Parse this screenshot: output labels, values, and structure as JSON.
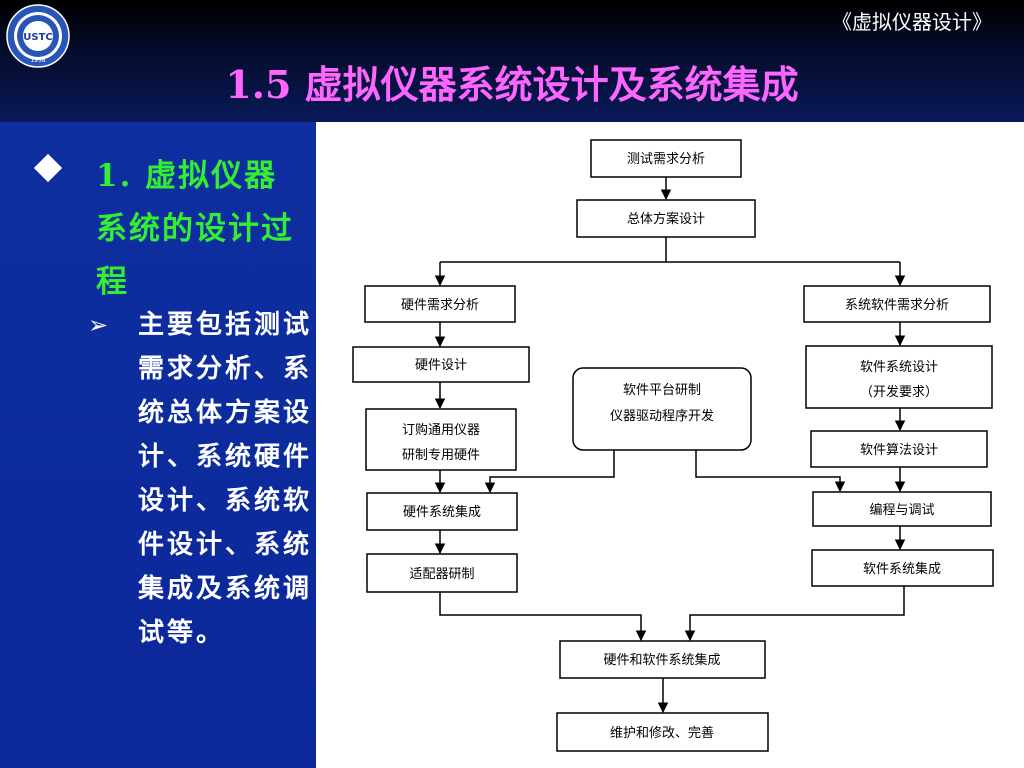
{
  "header": {
    "course_title": "《虚拟仪器设计》",
    "title": "1.5 虚拟仪器系统设计及系统集成",
    "logo_text": "USTC",
    "logo_year": "1958"
  },
  "left": {
    "heading": "1. 虚拟仪器系统的设计过程",
    "body": "主要包括测试需求分析、系统总体方案设计、系统硬件设计、系统软件设计、系统集成及系统调试等。"
  },
  "flow": {
    "test_req": "测试需求分析",
    "overall": "总体方案设计",
    "hw_req": "硬件需求分析",
    "sw_req": "系统软件需求分析",
    "hw_design": "硬件设计",
    "platform_1": "软件平台研制",
    "platform_2": "仪器驱动程序开发",
    "sw_design_1": "软件系统设计",
    "sw_design_2": "（开发要求）",
    "buy_1": "订购通用仪器",
    "buy_2": "研制专用硬件",
    "algo": "软件算法设计",
    "hw_integ": "硬件系统集成",
    "coding": "编程与调试",
    "adapter": "适配器研制",
    "sw_integ": "软件系统集成",
    "hwsw_integ": "硬件和软件系统集成",
    "maint": "维护和修改、完善"
  }
}
